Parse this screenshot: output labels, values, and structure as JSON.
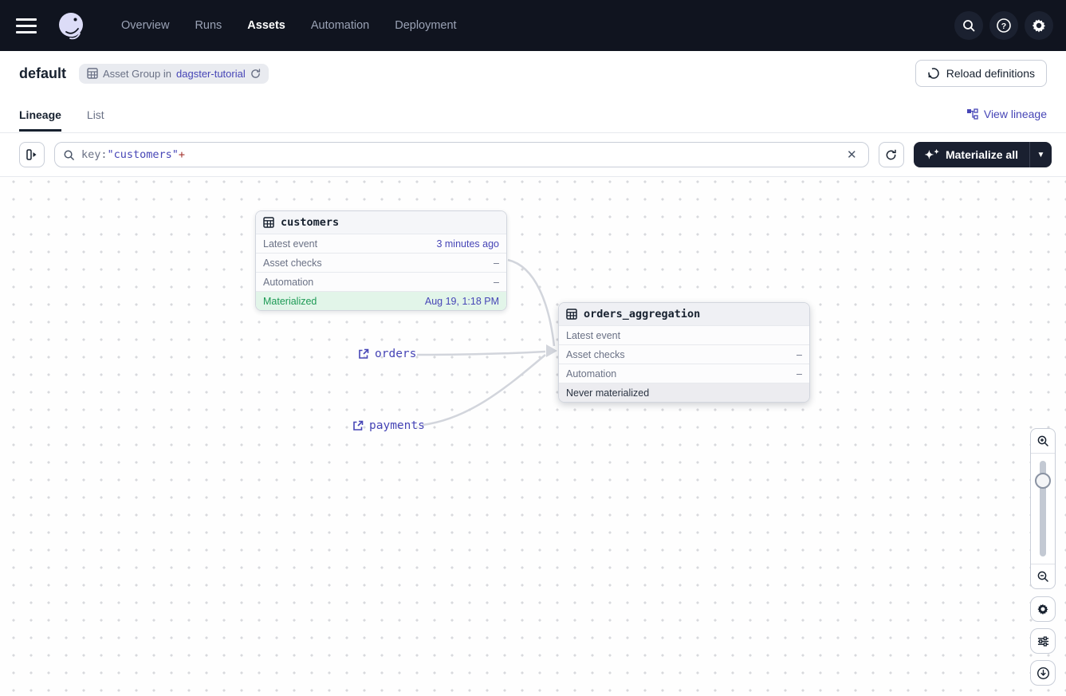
{
  "navbar": {
    "items": [
      {
        "label": "Overview"
      },
      {
        "label": "Runs"
      },
      {
        "label": "Assets"
      },
      {
        "label": "Automation"
      },
      {
        "label": "Deployment"
      }
    ],
    "active_item": "Assets"
  },
  "header": {
    "title": "default",
    "badge": {
      "prefix": "Asset Group in",
      "link": "dagster-tutorial"
    },
    "reload_label": "Reload definitions"
  },
  "tabs": {
    "lineage": "Lineage",
    "list": "List",
    "active": "Lineage",
    "view_lineage": "View lineage"
  },
  "toolbar": {
    "search": {
      "key_token": "key:",
      "value_token": "\"customers\"",
      "op_token": "+"
    },
    "materialize_label": "Materialize all"
  },
  "graph": {
    "nodes": [
      {
        "title": "customers",
        "rows": [
          {
            "label": "Latest event",
            "value": "3 minutes ago"
          },
          {
            "label": "Asset checks",
            "value": "–"
          },
          {
            "label": "Automation",
            "value": "–"
          },
          {
            "label": "Materialized",
            "value": "Aug 19, 1:18 PM"
          }
        ]
      },
      {
        "title": "orders_aggregation",
        "rows": [
          {
            "label": "Latest event",
            "value": ""
          },
          {
            "label": "Asset checks",
            "value": "–"
          },
          {
            "label": "Automation",
            "value": "–"
          },
          {
            "label": "Never materialized",
            "value": ""
          }
        ]
      }
    ],
    "external_assets": [
      {
        "label": "orders"
      },
      {
        "label": "payments"
      }
    ]
  },
  "colors": {
    "navbar_bg": "#10141f",
    "accent_indigo": "#4645b6",
    "materialized_green": "#1d9a55",
    "materialized_bg": "#e2f5e9",
    "never_bg": "#ececf0",
    "edge": "#d2d5dc",
    "dark_button": "#1a2030"
  }
}
